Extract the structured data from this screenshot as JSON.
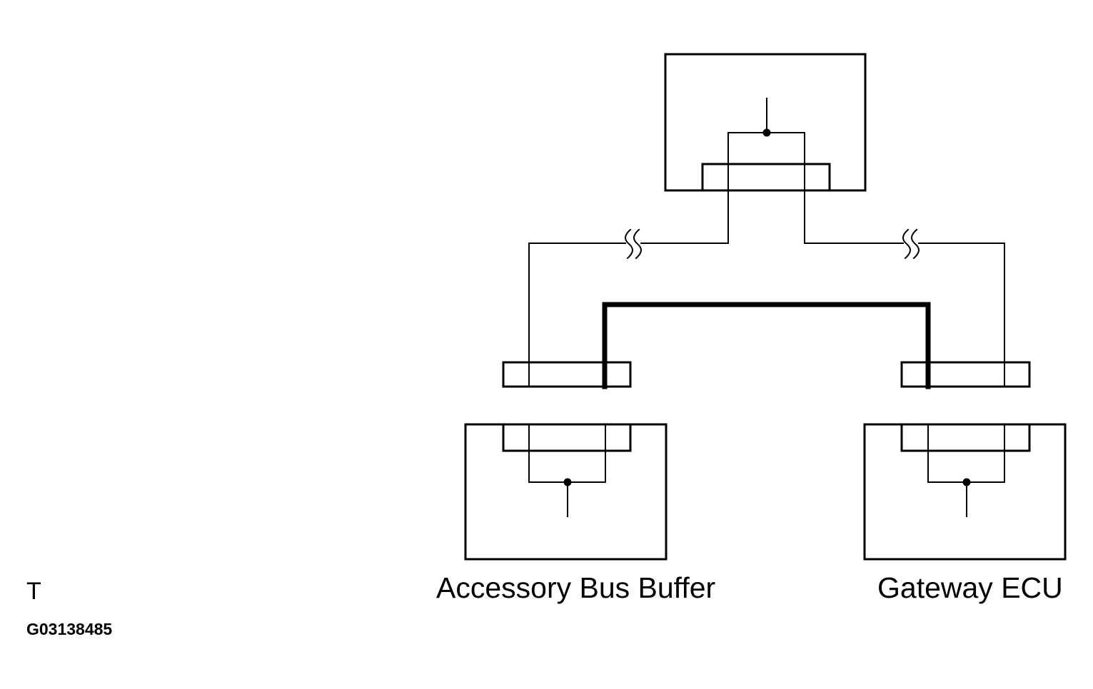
{
  "diagram": {
    "components": {
      "left_ecu": {
        "label": "Accessory Bus Buffer"
      },
      "right_ecu": {
        "label": "Gateway ECU"
      }
    },
    "corner_mark": "T",
    "figure_code": "G03138485"
  }
}
